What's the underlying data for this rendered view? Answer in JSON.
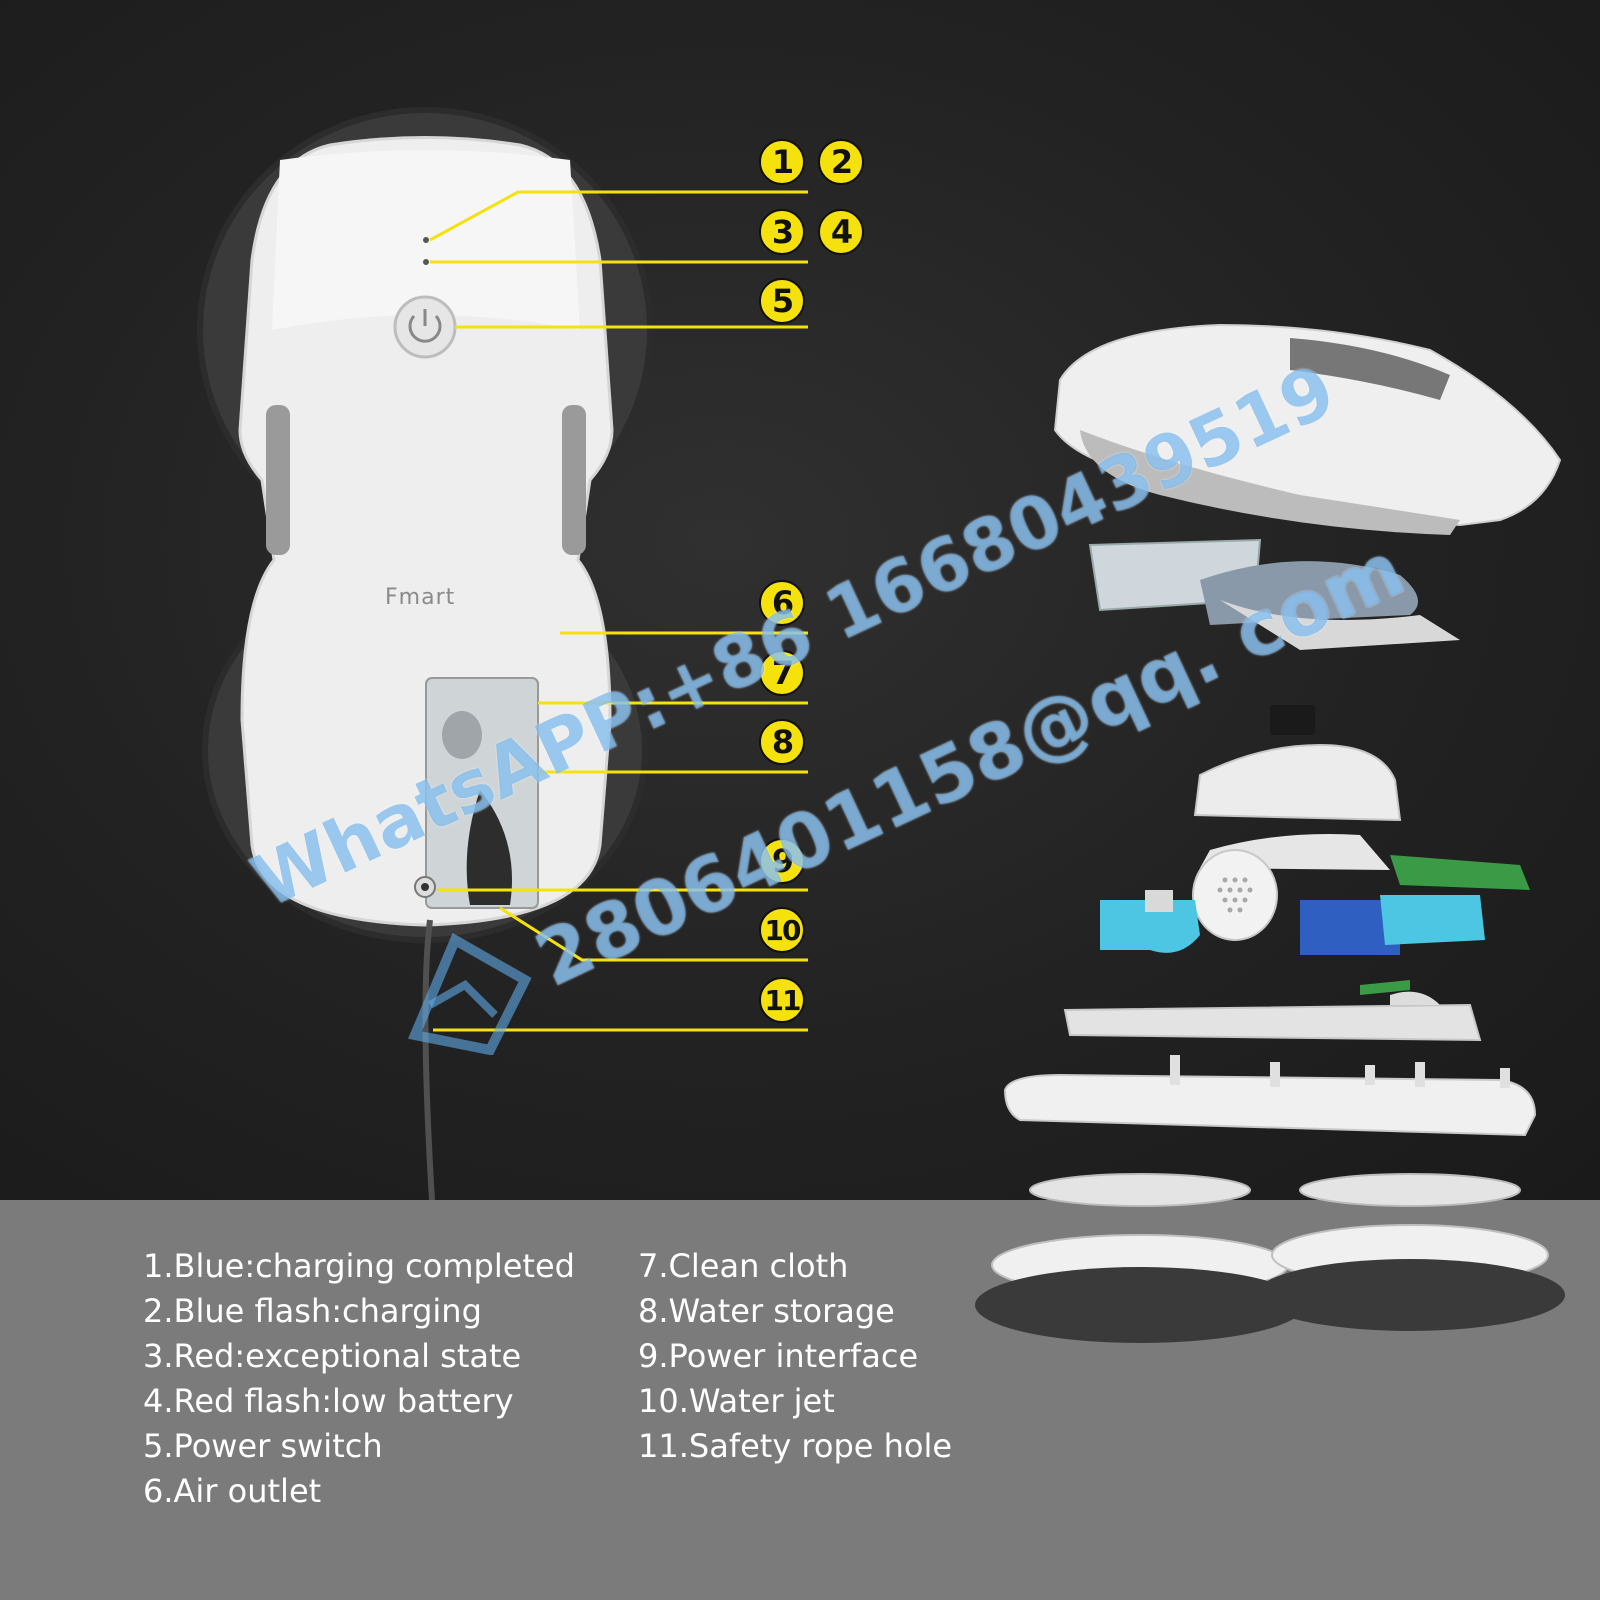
{
  "brand": "Fmart",
  "callouts": [
    {
      "number": "1"
    },
    {
      "number": "2"
    },
    {
      "number": "3"
    },
    {
      "number": "4"
    },
    {
      "number": "5"
    },
    {
      "number": "6"
    },
    {
      "number": "7"
    },
    {
      "number": "8"
    },
    {
      "number": "9"
    },
    {
      "number": "10"
    },
    {
      "number": "11"
    }
  ],
  "legend_left": [
    "1.Blue:charging completed",
    "2.Blue flash:charging",
    "3.Red:exceptional state",
    "4.Red flash:low battery",
    "5.Power switch",
    "6.Air outlet"
  ],
  "legend_right": [
    "7.Clean cloth",
    "8.Water storage",
    "9.Power interface",
    "10.Water jet",
    "11.Safety rope hole"
  ],
  "watermark": {
    "line1": "WhatsAPP:+86 16680439519",
    "line2": "2806401158@qq. com"
  },
  "colors": {
    "badge": "#f5e20c",
    "leader_line": "#f5e20c",
    "background_dark": "#1e1e1e",
    "background_bottom": "#7b7b7b",
    "watermark": "#5faae6"
  }
}
